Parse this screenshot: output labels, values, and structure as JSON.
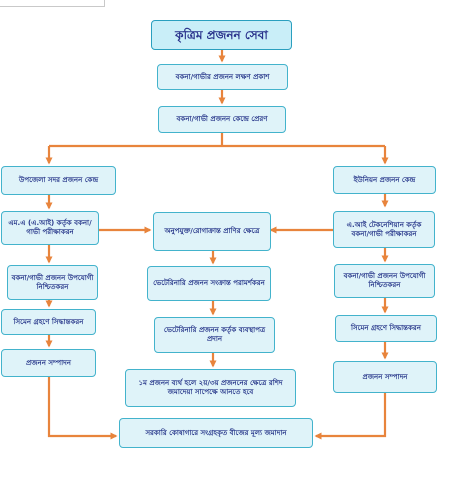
{
  "title": "কৃত্রিম প্রজনন সেবা",
  "nodes": {
    "n1": "বকনা/গাভীর প্রজনন লক্ষণ প্রকাশ",
    "n2": "বকনা/গাভী প্রজনন কেন্দ্রে প্রেরণ",
    "left_center": "উপজেলা সদর প্রজনন কেন্দ্র",
    "right_center": "ইউনিয়ন প্রজনন কেন্দ্র",
    "left_exam": "এম.এ (এ.আই) কর্তৃক বকনা/গাভী পরীক্ষাকরন",
    "right_exam": "এ.আই টেকনেশিয়ান কর্তৃক বকনা/গাভী পরীক্ষাকরন",
    "middle_unfit": "অনুপযুক্ত/রোগাক্রান্ত প্রাণির ক্ষেত্রে",
    "middle_advice": "ভেটেরিনারি প্রজনন সংক্রান্ত পরামর্শকরন",
    "middle_paper": "ভেটেরিনারি প্রজনন কর্তৃক ব্যবস্থাপত্র প্রদান",
    "middle_repeat": "১ম প্রজনন ব্যর্থ হলে ২য়/৩য় প্রজননের ক্ষেত্রে রশিদ জমাদেয়া সাপেক্ষে আনতে হবে",
    "left_select": "বকনা/গাভী প্রজনন উপযোগী নিশ্চিতকরন",
    "right_select": "বকনা/গাভী প্রজনন উপযোগী নিশ্চিতকরন",
    "left_semen": "সিমেন গ্রহণে সিদ্ধান্তকরন",
    "right_semen": "সিমেন গ্রহণে সিদ্ধান্তকরন",
    "left_done": "প্রজনন সম্পাদন",
    "right_done": "প্রজনন সম্পাদন",
    "final": "সরকারি কোষাগারে সংগ্রহকৃত বীজের মূল্য জমাদান"
  },
  "colors": {
    "box_fill": "#dff3f9",
    "box_border": "#43b3cc",
    "text": "#2a3a8c",
    "arrow": "#e8843c"
  }
}
